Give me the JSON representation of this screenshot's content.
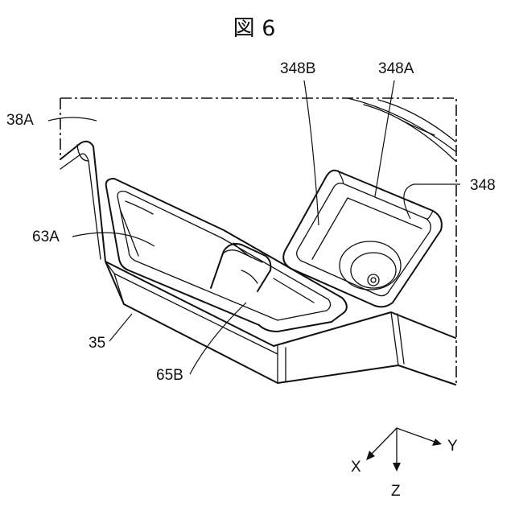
{
  "figure": {
    "title": "図 6"
  },
  "labels": {
    "part_38A": "38A",
    "part_348B": "348B",
    "part_348A": "348A",
    "part_348": "348",
    "part_63A": "63A",
    "part_35": "35",
    "part_65B": "65B"
  },
  "axes": {
    "x": "X",
    "y": "Y",
    "z": "Z"
  }
}
